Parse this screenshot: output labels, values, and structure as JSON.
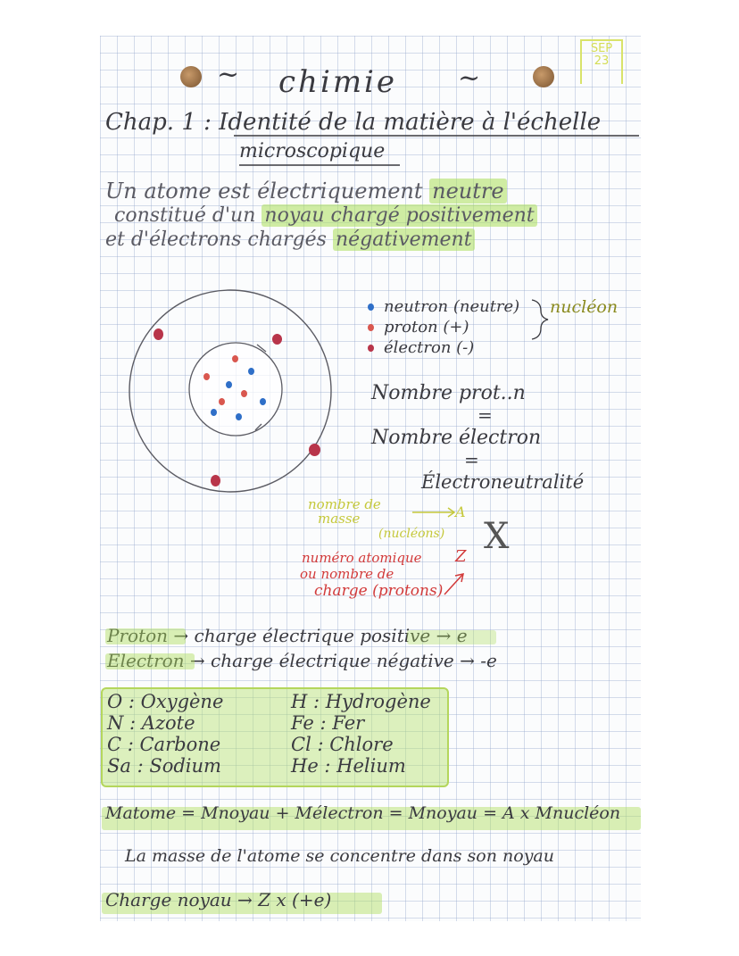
{
  "header": {
    "title": "chimie",
    "tilde_left": "~",
    "tilde_right": "~",
    "stamp_month": "SEP",
    "stamp_day": "23"
  },
  "chapter": {
    "line1": "Chap. 1 : Identité de la matière à l'échelle",
    "line2": "microscopique"
  },
  "intro": {
    "line1_a": "Un atome est électriquement",
    "line1_b": "neutre",
    "line2_a": "constitué d'un",
    "line2_b": "noyau chargé positivement",
    "line3_a": "et d'électrons chargés",
    "line3_b": "négativement"
  },
  "legend": {
    "neutron": "neutron (neutre)",
    "proton": "proton (+)",
    "electron": "électron (-)",
    "group_label": "nucléon",
    "colors": {
      "neutron": "#2f6fc8",
      "proton": "#d9574f",
      "electron": "#b8354a"
    }
  },
  "equality": {
    "protons": "Nombre prot..n",
    "eq1": "=",
    "electrons": "Nombre électron",
    "eq2": "=",
    "result": "Électroneutralité"
  },
  "notation": {
    "mass_label_1": "nombre de",
    "mass_label_2": "masse",
    "mass_symbol": "A",
    "mass_paren": "(nucléons)",
    "x_symbol": "X",
    "z_label_1": "numéro atomique",
    "z_symbol": "Z",
    "z_label_2": "ou nombre de",
    "z_label_3": "charge (protons)"
  },
  "charges": {
    "proton_line": "Proton → charge électrique positive → e",
    "electron_line": "Electron → charge électrique négative → -e"
  },
  "elements": [
    {
      "left": "O : Oxygène",
      "right": "H : Hydrogène"
    },
    {
      "left": "N : Azote",
      "right": "Fe : Fer"
    },
    {
      "left": "C : Carbone",
      "right": "Cl : Chlore"
    },
    {
      "left": "Sa : Sodium",
      "right": "He : Helium"
    }
  ],
  "formulas": {
    "mass_formula": "Matome = Mnoyau + Mélectron = Mnoyau = A x Mnucléon",
    "mass_sentence": "La masse de l'atome se concentre dans son noyau",
    "charge_formula": "Charge noyau → Z x (+e)"
  }
}
